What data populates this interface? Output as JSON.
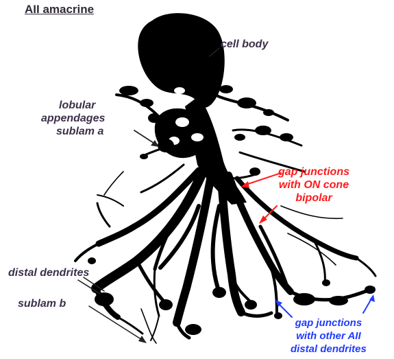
{
  "title": "AII amacrine",
  "labels": {
    "cell_body": "cell body",
    "lobular": [
      "lobular",
      "appendages",
      "sublam a"
    ],
    "gap_on": [
      "gap junctions",
      "with ON cone",
      "bipolar"
    ],
    "distal_dendrites": "distal dendrites",
    "sublam_b": "sublam b",
    "gap_aii": [
      "gap junctions",
      "with other AII",
      "distal dendrites"
    ]
  },
  "colors": {
    "cell": "#000000",
    "label_text": "#3c2f4a",
    "on_bipolar_label": "#ff1a1a",
    "aii_label": "#1f3cff",
    "background": "#ffffff"
  }
}
